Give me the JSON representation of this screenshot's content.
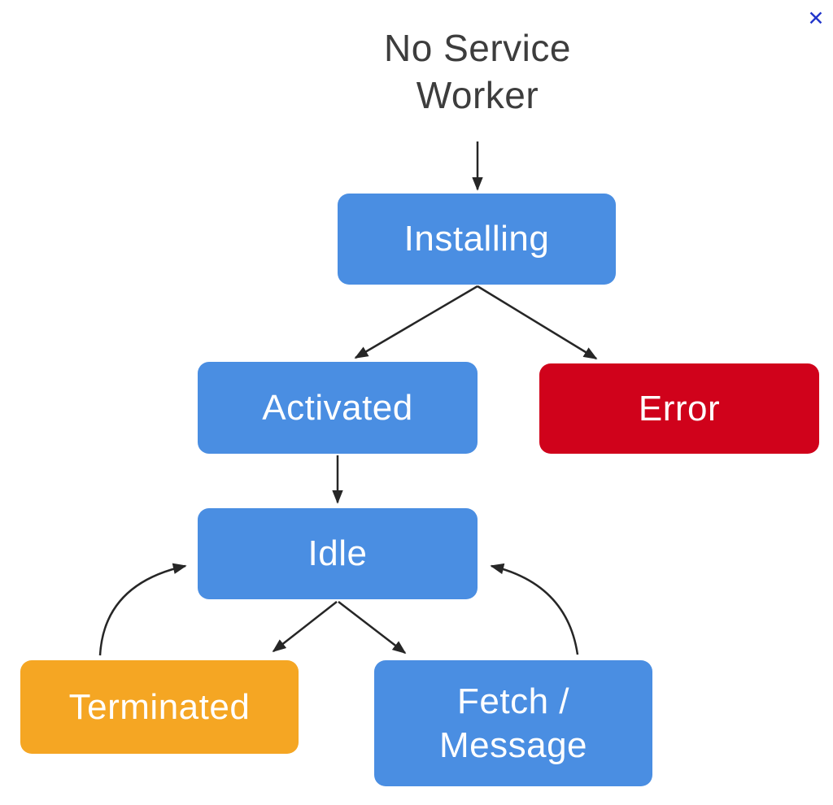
{
  "close": {
    "glyph": "✕"
  },
  "title": {
    "line1": "No Service",
    "line2": "Worker"
  },
  "nodes": {
    "no_service_worker": {
      "label": "No Service Worker"
    },
    "installing": {
      "label": "Installing"
    },
    "activated": {
      "label": "Activated"
    },
    "error": {
      "label": "Error"
    },
    "idle": {
      "label": "Idle"
    },
    "terminated": {
      "label": "Terminated"
    },
    "fetch_message": {
      "line1": "Fetch /",
      "line2": "Message"
    }
  },
  "edges": [
    {
      "from": "no_service_worker",
      "to": "installing"
    },
    {
      "from": "installing",
      "to": "activated"
    },
    {
      "from": "installing",
      "to": "error"
    },
    {
      "from": "activated",
      "to": "idle"
    },
    {
      "from": "idle",
      "to": "terminated"
    },
    {
      "from": "idle",
      "to": "fetch_message"
    },
    {
      "from": "terminated",
      "to": "idle"
    },
    {
      "from": "fetch_message",
      "to": "idle"
    }
  ],
  "colors": {
    "node_blue": "#4a8ee2",
    "node_red": "#d0021b",
    "node_orange": "#f5a623",
    "arrow": "#262626",
    "close_x": "#2236cb",
    "title_text": "#3d3d3d",
    "node_text": "#ffffff"
  }
}
